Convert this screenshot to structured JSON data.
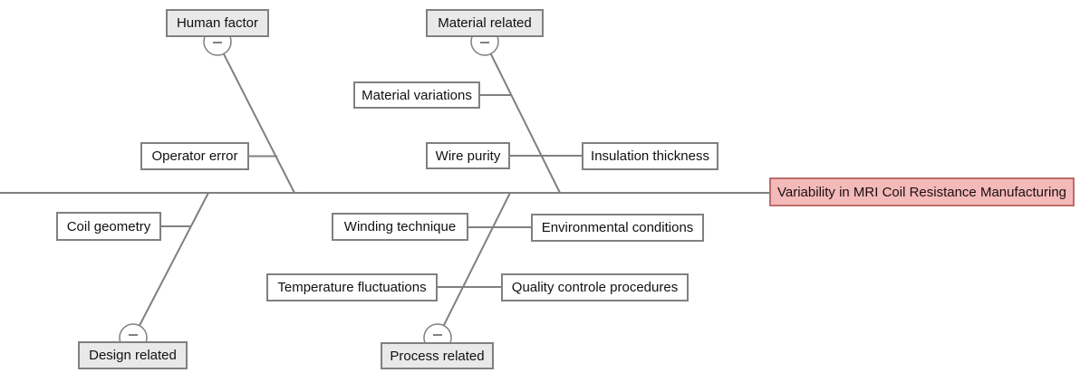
{
  "diagram": {
    "type": "fishbone-cause-effect",
    "head": {
      "label": "Variability in MRI Coil Resistance Manufacturing",
      "fill_color": "#f4b9b9",
      "border_color": "#bd6d6b"
    },
    "style": {
      "line_color": "#808080",
      "category_fill": "#e9e9e9",
      "cause_fill": "#ffffff",
      "box_border_color": "#808080",
      "collapse_glyph": "-"
    },
    "categories": [
      {
        "label": "Human factor",
        "side": "top",
        "causes": [
          "Operator error"
        ]
      },
      {
        "label": "Material related",
        "side": "top",
        "causes": [
          "Material variations",
          "Wire purity",
          "Insulation thickness"
        ]
      },
      {
        "label": "Design related",
        "side": "bottom",
        "causes": [
          "Coil geometry"
        ]
      },
      {
        "label": "Process related",
        "side": "bottom",
        "causes": [
          "Winding technique",
          "Environmental conditions",
          "Temperature fluctuations",
          "Quality controle procedures"
        ]
      }
    ]
  }
}
